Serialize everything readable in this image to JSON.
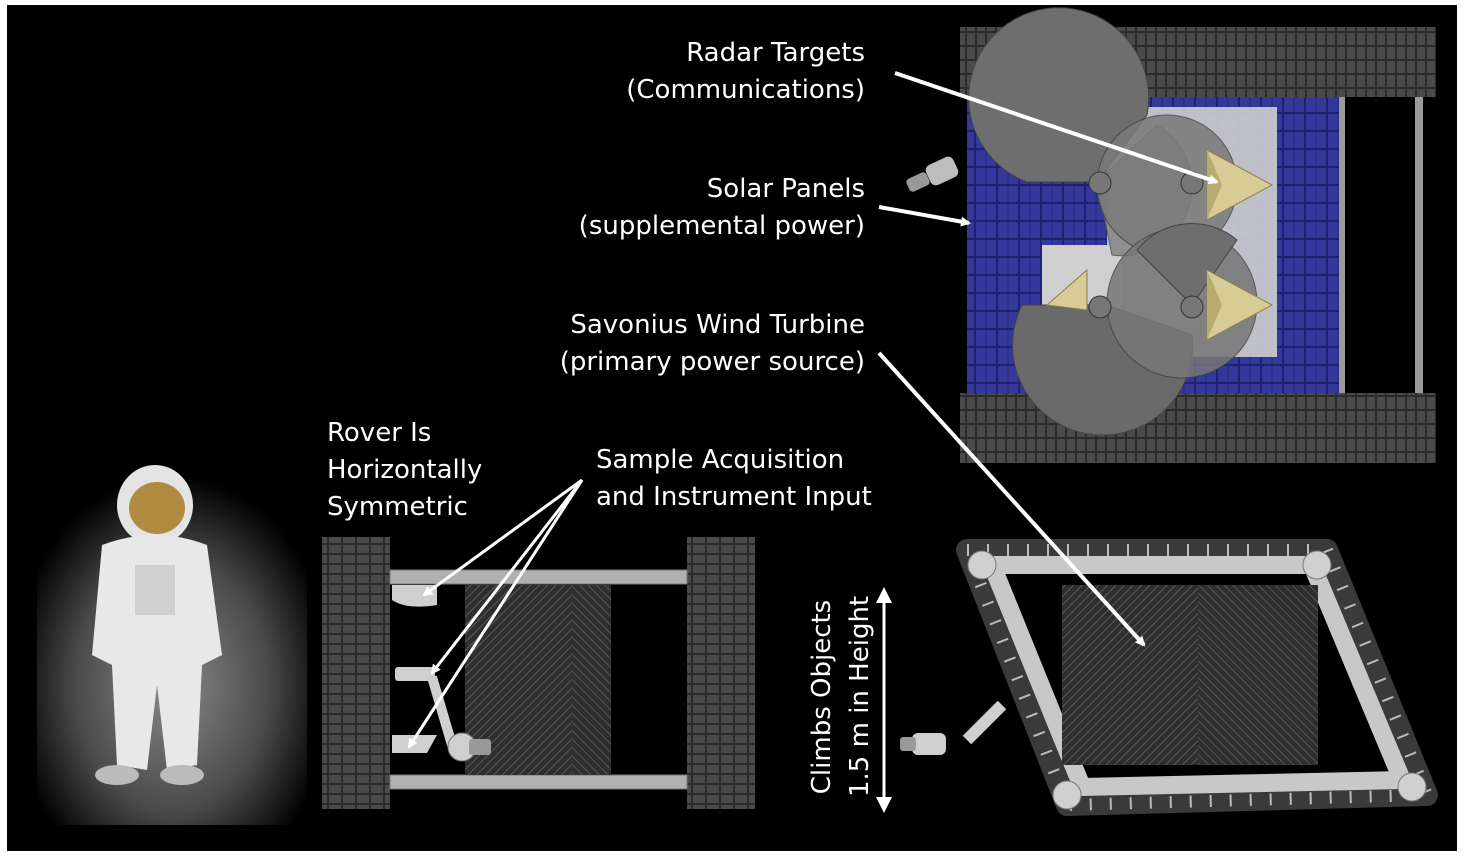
{
  "labels": {
    "radar_line1": "Radar Targets",
    "radar_line2": "(Communications)",
    "solar_line1": "Solar Panels",
    "solar_line2": "(supplemental power)",
    "turbine_line1": "Savonius Wind Turbine",
    "turbine_line2": "(primary power source)",
    "symmetric_line1": "Rover Is",
    "symmetric_line2": "Horizontally",
    "symmetric_line3": "Symmetric",
    "sample_line1": "Sample Acquisition",
    "sample_line2": "and Instrument Input",
    "climb_line1": "Climbs Objects",
    "climb_line2": "1.5 m in Height"
  },
  "colors": {
    "background": "#000000",
    "text": "#ffffff",
    "solar_panel": "#2c2f8a",
    "track": "#3a3a3a",
    "turbine_blade": "#6e6e6e",
    "radar_target": "#d8cc96",
    "frame": "#bcbcbc"
  }
}
